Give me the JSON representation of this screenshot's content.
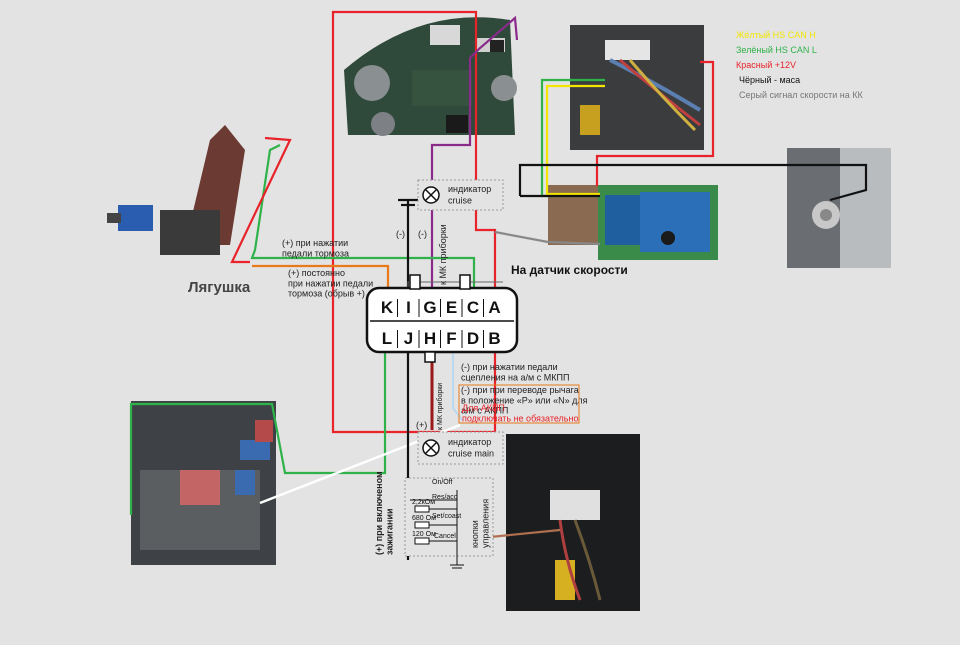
{
  "legend": [
    {
      "text": "Жёлтый HS CAN H",
      "color": "#f2e600"
    },
    {
      "text": "Зелёный HS CAN L",
      "color": "#2fb24a"
    },
    {
      "text": "Красный +12V",
      "color": "#e8232a"
    },
    {
      "text": "Чёрный - маса",
      "color": "#111111"
    },
    {
      "text": "Серый сигнал скорости на КК",
      "color": "#777777"
    }
  ],
  "connector": {
    "top_pins": [
      "K",
      "I",
      "G",
      "E",
      "C",
      "A"
    ],
    "bottom_pins": [
      "L",
      "J",
      "H",
      "F",
      "D",
      "B"
    ]
  },
  "labels": {
    "frog": "Лягушка",
    "speed_sensor": "На датчик скорости",
    "brake_pressed": "(+) при нажатии\nпедали тормоза",
    "brake_constant": "(+) постоянно\nпри нажатии педали\nтормоза (обрыв +)",
    "cruise_indicator": "индикатор\ncruise",
    "cruise_main_indicator": "индикатор\ncruise main",
    "to_mk_dashboard_top": "к МК приборки",
    "to_mk_dashboard_bottom": "к МК приборки",
    "minus_1": "(-)",
    "minus_2": "(-)",
    "plus_1": "(+)",
    "clutch": "(-) при нажатии педали\nсцепления на а/м с МКПП",
    "gear_lever": "(-) при при переводе рычага\nв положение «P» или «N» для\nа/м с АКПП",
    "akpp_note": "Для АКПП\nподключать не обязательно",
    "ignition": "(+) при включеном\nзажигании",
    "buttons_title": "кнопки\nуправления",
    "btn_onoff": "On/Off",
    "btn_resacc": "Res/acc",
    "btn_setcoast": "Set/coast",
    "btn_cancel": "Cancel",
    "r1": "2,2кОм",
    "r2": "680 Ом",
    "r3": "120 Ом"
  },
  "colors": {
    "red": "#e8232a",
    "green": "#2fb24a",
    "yellow": "#f2e600",
    "black": "#111111",
    "white": "#ffffff",
    "purple": "#8a2a8a",
    "darkred": "#9a1a1a",
    "orange": "#e87a1a",
    "gray": "#888888"
  }
}
